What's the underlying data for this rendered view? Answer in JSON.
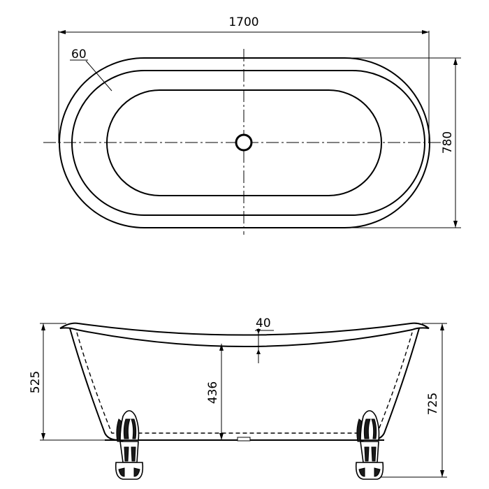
{
  "dimensions": {
    "overall_length": "1700",
    "overall_width": "780",
    "rim_width": "60",
    "rim_dip": "40",
    "rim_height": "525",
    "inner_depth": "436",
    "total_height": "725"
  }
}
